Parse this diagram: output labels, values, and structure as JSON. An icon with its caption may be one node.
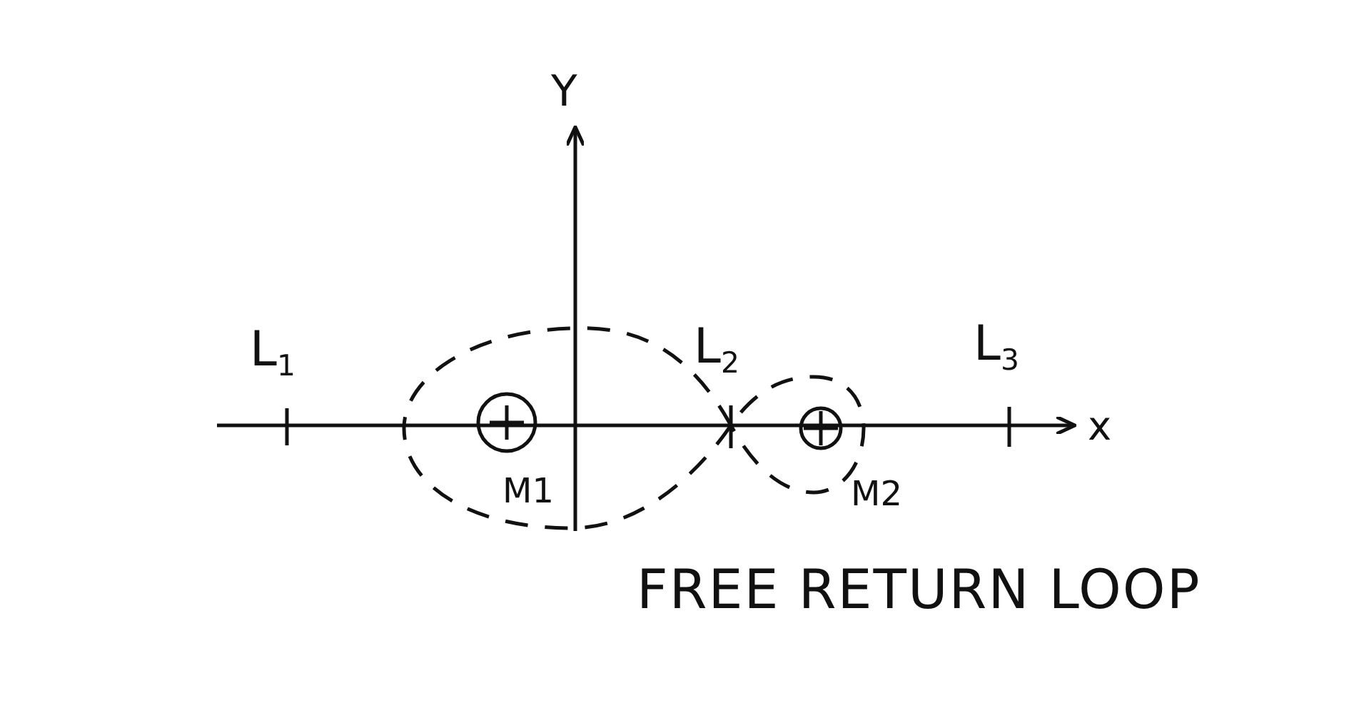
{
  "diagram": {
    "caption": "FREE RETURN LOOP",
    "labels": [
      "Y",
      "L$_{1}$",
      "L$_{2}$",
      "L$_{3}$",
      "x",
      "M1",
      "M2"
    ]
  }
}
